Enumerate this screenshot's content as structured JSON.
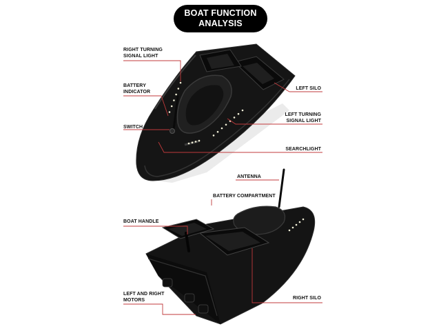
{
  "title": {
    "line1": "BOAT FUNCTION",
    "line2": "ANALYSIS"
  },
  "labels": {
    "right_turning_signal_light": {
      "line1": "RIGHT TURNING",
      "line2": "SIGNAL LIGHT"
    },
    "battery_indicator": {
      "line1": "BATTERY",
      "line2": "INDICATOR"
    },
    "switch": "SWITCH",
    "left_silo": "LEFT SILO",
    "left_turning_signal_light": {
      "line1": "LEFT TURNING",
      "line2": "SIGNAL LIGHT"
    },
    "searchlight": "SEARCHLIGHT",
    "antenna": "ANTENNA",
    "battery_compartment": "BATTERY COMPARTMENT",
    "boat_handle": "BOAT HANDLE",
    "left_and_right_motors": {
      "line1": "LEFT AND RIGHT",
      "line2": "MOTORS"
    },
    "right_silo": "RIGHT SILO"
  },
  "colors": {
    "leader_line": "#c0393b",
    "hull": "#111111",
    "title_bg": "#000000",
    "led": "#f2f0d8"
  }
}
